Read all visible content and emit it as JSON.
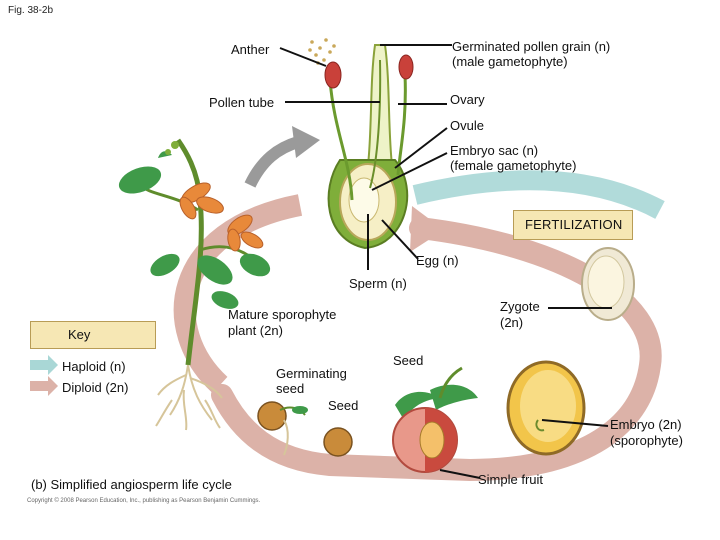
{
  "figure_label": "Fig. 38-2b",
  "labels": {
    "anther": "Anther",
    "pollen_grain": "Germinated pollen grain (n)",
    "pollen_grain_sub": "(male gametophyte)",
    "pollen_tube": "Pollen tube",
    "ovary": "Ovary",
    "ovule": "Ovule",
    "embryo_sac": "Embryo sac (n)",
    "embryo_sac_sub": "(female gametophyte)",
    "fertilization": "FERTILIZATION",
    "egg": "Egg (n)",
    "sperm": "Sperm (n)",
    "mature_sporophyte": "Mature sporophyte",
    "mature_sporophyte_sub": "plant (2n)",
    "zygote": "Zygote",
    "zygote_sub": "(2n)",
    "seed_top": "Seed",
    "germinating_seed": "Germinating",
    "germinating_seed_sub": "seed",
    "seed_bottom": "Seed",
    "embryo": "Embryo (2n)",
    "embryo_sub": "(sporophyte)",
    "simple_fruit": "Simple fruit",
    "caption": "(b) Simplified angiosperm life cycle",
    "copyright": "Copyright © 2008 Pearson Education, Inc., publishing as Pearson Benjamin Cummings."
  },
  "key": {
    "title": "Key",
    "haploid": "Haploid (n)",
    "diploid": "Diploid (2n)"
  },
  "colors": {
    "haploid": "#a9d7d6",
    "diploid": "#dcb2a8",
    "label_box": "#f6e7b4",
    "gray_arrow": "#9a9a9a"
  }
}
